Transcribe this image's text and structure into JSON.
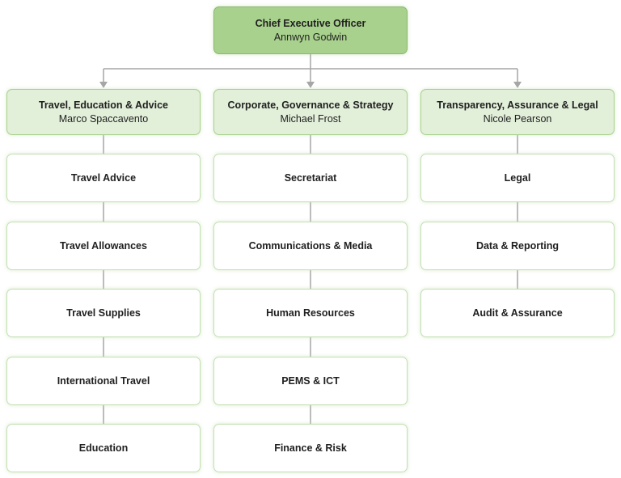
{
  "diagram": {
    "type": "org-chart",
    "root": {
      "title": "Chief Executive Officer",
      "name": "Annwyn Godwin"
    },
    "columns": [
      {
        "head": {
          "title": "Travel, Education & Advice",
          "name": "Marco Spaccavento"
        },
        "departments": [
          "Travel Advice",
          "Travel Allowances",
          "Travel Supplies",
          "International Travel",
          "Education"
        ]
      },
      {
        "head": {
          "title": "Corporate, Governance & Strategy",
          "name": "Michael Frost"
        },
        "departments": [
          "Secretariat",
          "Communications & Media",
          "Human Resources",
          "PEMS & ICT",
          "Finance & Risk"
        ]
      },
      {
        "head": {
          "title": "Transparency, Assurance & Legal",
          "name": "Nicole Pearson"
        },
        "departments": [
          "Legal",
          "Data & Reporting",
          "Audit & Assurance"
        ]
      }
    ]
  },
  "colors": {
    "ceo_fill": "#a9d18e",
    "ceo_border": "#8ab86e",
    "division_fill": "#e2efd9",
    "division_border": "#a9d18e",
    "dept_fill": "#ffffff",
    "dept_border": "#c5e0b4",
    "connector": "#a6a6a6",
    "text": "#1f1f1f",
    "bg": "#ffffff"
  }
}
